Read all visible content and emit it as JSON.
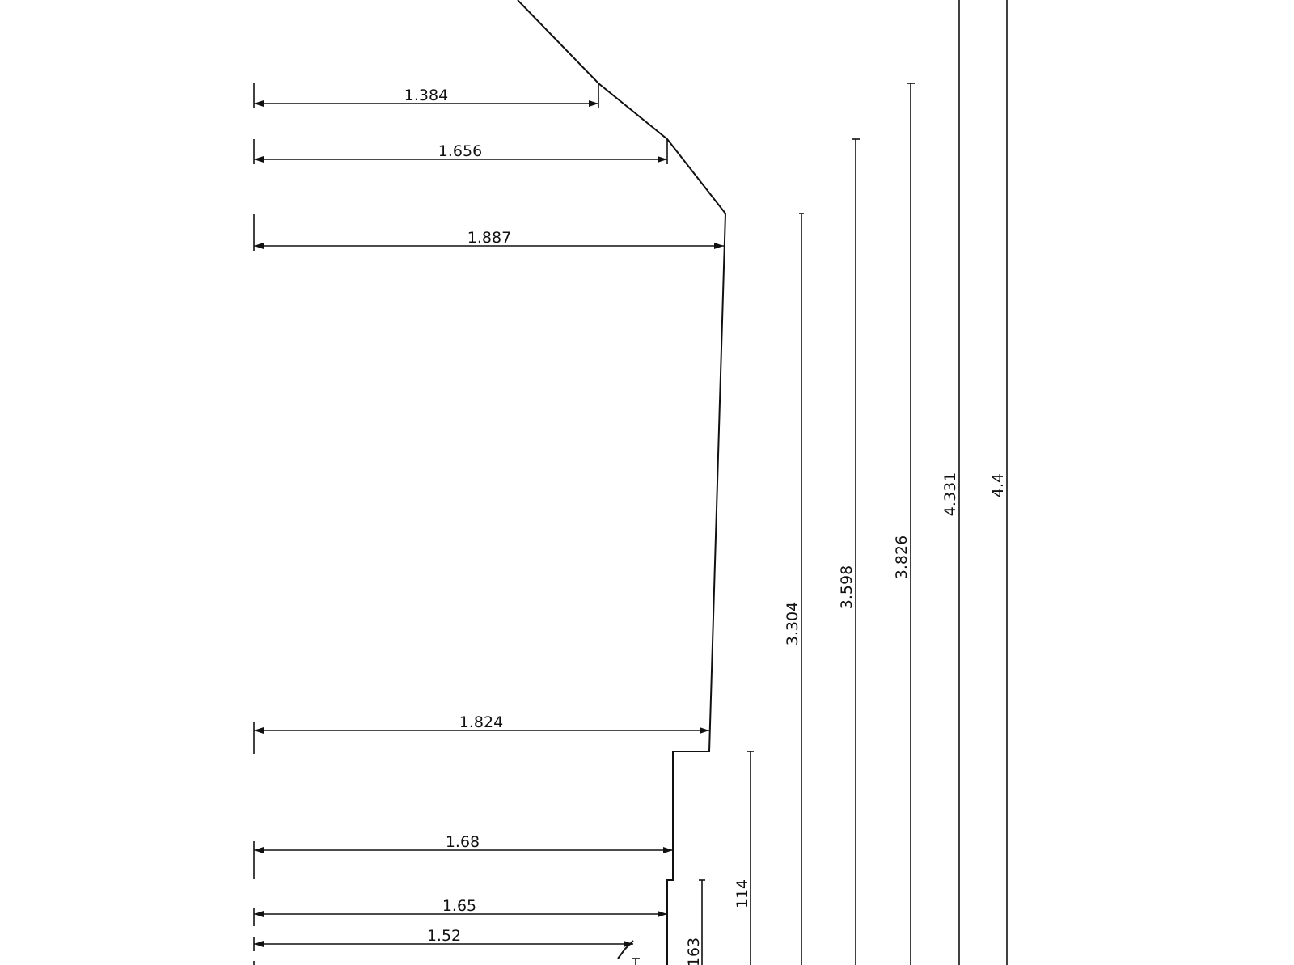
{
  "drawing": {
    "horizontal_dimensions": [
      {
        "id": "h-1384",
        "label": "1.384"
      },
      {
        "id": "h-1656",
        "label": "1.656"
      },
      {
        "id": "h-1887",
        "label": "1.887"
      },
      {
        "id": "h-1824",
        "label": "1.824"
      },
      {
        "id": "h-168",
        "label": "1.68"
      },
      {
        "id": "h-165",
        "label": "1.65"
      },
      {
        "id": "h-152",
        "label": "1.52"
      }
    ],
    "vertical_dimensions": [
      {
        "id": "v-3304",
        "label": "3.304"
      },
      {
        "id": "v-3598",
        "label": "3.598"
      },
      {
        "id": "v-3826",
        "label": "3.826"
      },
      {
        "id": "v-4331",
        "label": "4.331"
      },
      {
        "id": "v-44",
        "label": "4.4"
      },
      {
        "id": "v-114",
        "label": "114"
      },
      {
        "id": "v-163",
        "label": "163"
      }
    ],
    "colors": {
      "line": "#111111",
      "background": "#ffffff"
    }
  }
}
